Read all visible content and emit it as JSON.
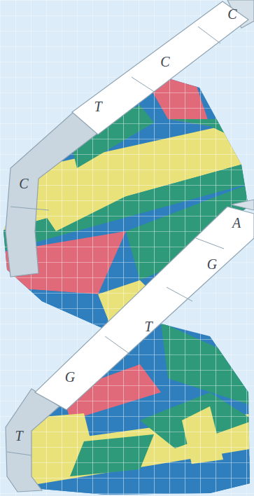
{
  "diagram": {
    "labels": [
      "C",
      "C",
      "T",
      "C",
      "A",
      "G",
      "T",
      "G",
      "T"
    ]
  }
}
